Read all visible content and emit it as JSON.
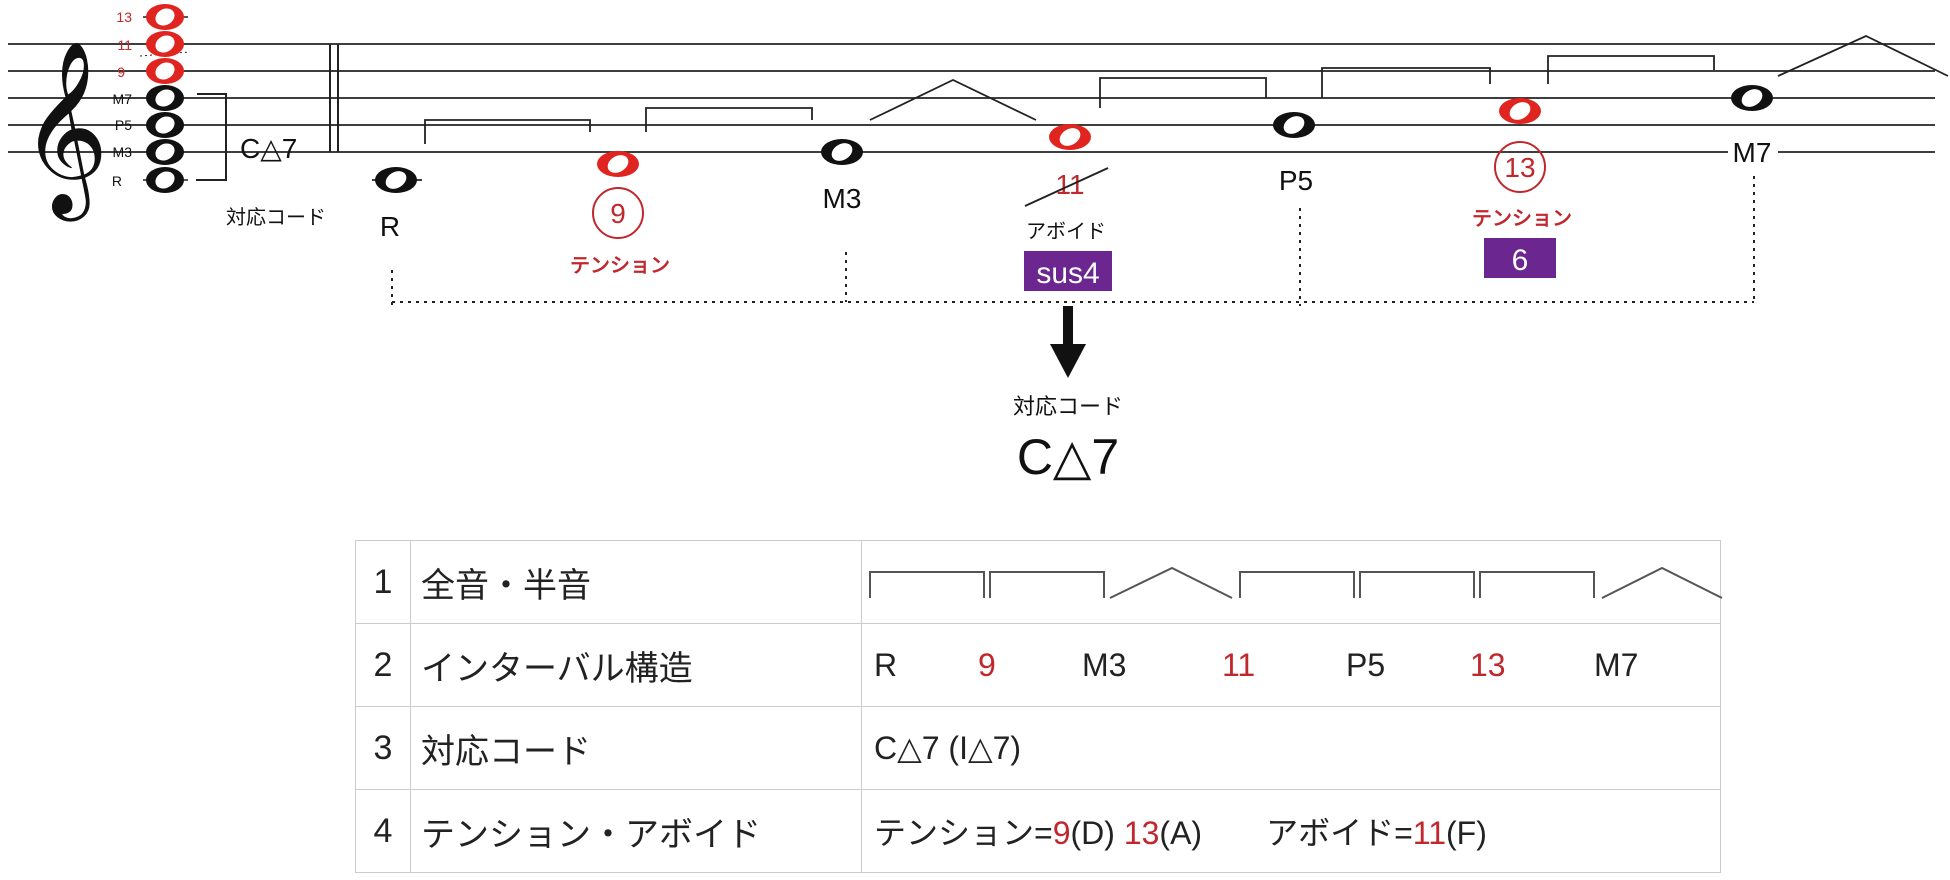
{
  "staff": {
    "clef_icon": "treble-clef-icon",
    "chord_stack": {
      "labels": [
        "13",
        "11",
        "9",
        "M7",
        "P5",
        "M3",
        "R"
      ],
      "chord_label": "C△7",
      "chord_caption": "対応コード"
    },
    "notes": [
      {
        "label": "R",
        "red": false
      },
      {
        "label": "9",
        "red": true,
        "circled": true,
        "tension": "テンション"
      },
      {
        "label": "M3",
        "red": false
      },
      {
        "label": "11",
        "red": true,
        "struck": true,
        "avoid": "アボイド",
        "sub_chord": "sus4"
      },
      {
        "label": "P5",
        "red": false
      },
      {
        "label": "13",
        "red": true,
        "circled": true,
        "tension": "テンション",
        "sub_chord": "6"
      },
      {
        "label": "M7",
        "red": false
      }
    ],
    "steps": [
      "whole",
      "whole",
      "half",
      "whole",
      "whole",
      "whole",
      "half"
    ]
  },
  "result": {
    "caption": "対応コード",
    "chord": "C△7"
  },
  "table": {
    "rows": [
      {
        "num": "1",
        "label": "全音・半音"
      },
      {
        "num": "2",
        "label": "インターバル構造",
        "intervals": [
          {
            "t": "R",
            "red": false
          },
          {
            "t": "9",
            "red": true
          },
          {
            "t": "M3",
            "red": false
          },
          {
            "t": "11",
            "red": true
          },
          {
            "t": "P5",
            "red": false
          },
          {
            "t": "13",
            "red": true
          },
          {
            "t": "M7",
            "red": false
          }
        ]
      },
      {
        "num": "3",
        "label": "対応コード",
        "value": "C△7 (I△7)"
      },
      {
        "num": "4",
        "label": "テンション・アボイド",
        "tension_label": "テンション=",
        "tension_a": "9",
        "tension_a_note": "(D)",
        "tension_b": "13",
        "tension_b_note": "(A)",
        "avoid_label": "アボイド=",
        "avoid_value": "11",
        "avoid_note": "(F)"
      }
    ]
  },
  "colors": {
    "red": "#c0282d",
    "purple": "#6b2690",
    "black": "#111111"
  }
}
